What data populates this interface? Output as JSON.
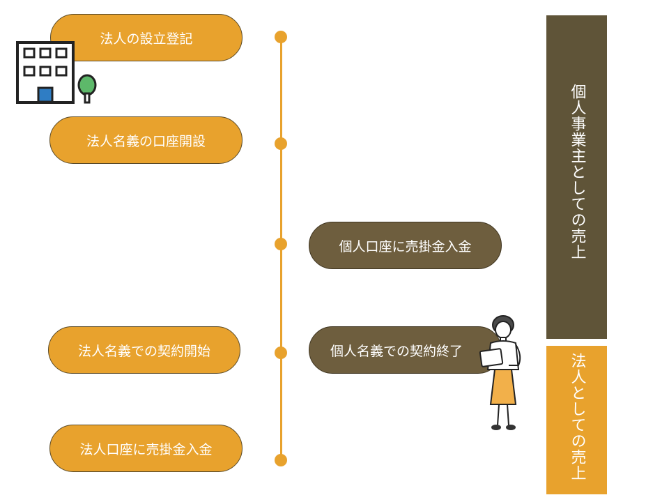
{
  "left_steps": [
    {
      "label": "法人の設立登記"
    },
    {
      "label": "法人名義の口座開設"
    },
    {
      "label": "法人名義での契約開始"
    },
    {
      "label": "法人口座に売掛金入金"
    }
  ],
  "right_steps": [
    {
      "label": "個人口座に売掛金入金"
    },
    {
      "label": "個人名義での契約終了"
    }
  ],
  "bars": {
    "individual": "個人事業主としての売上",
    "corporate": "法人としての売上"
  },
  "colors": {
    "orange": "#E8A22D",
    "brown": "#6E5E3E",
    "dark_brown": "#5F5438"
  },
  "icons": [
    "office-building-icon",
    "tree-icon",
    "woman-with-tablet-icon"
  ]
}
